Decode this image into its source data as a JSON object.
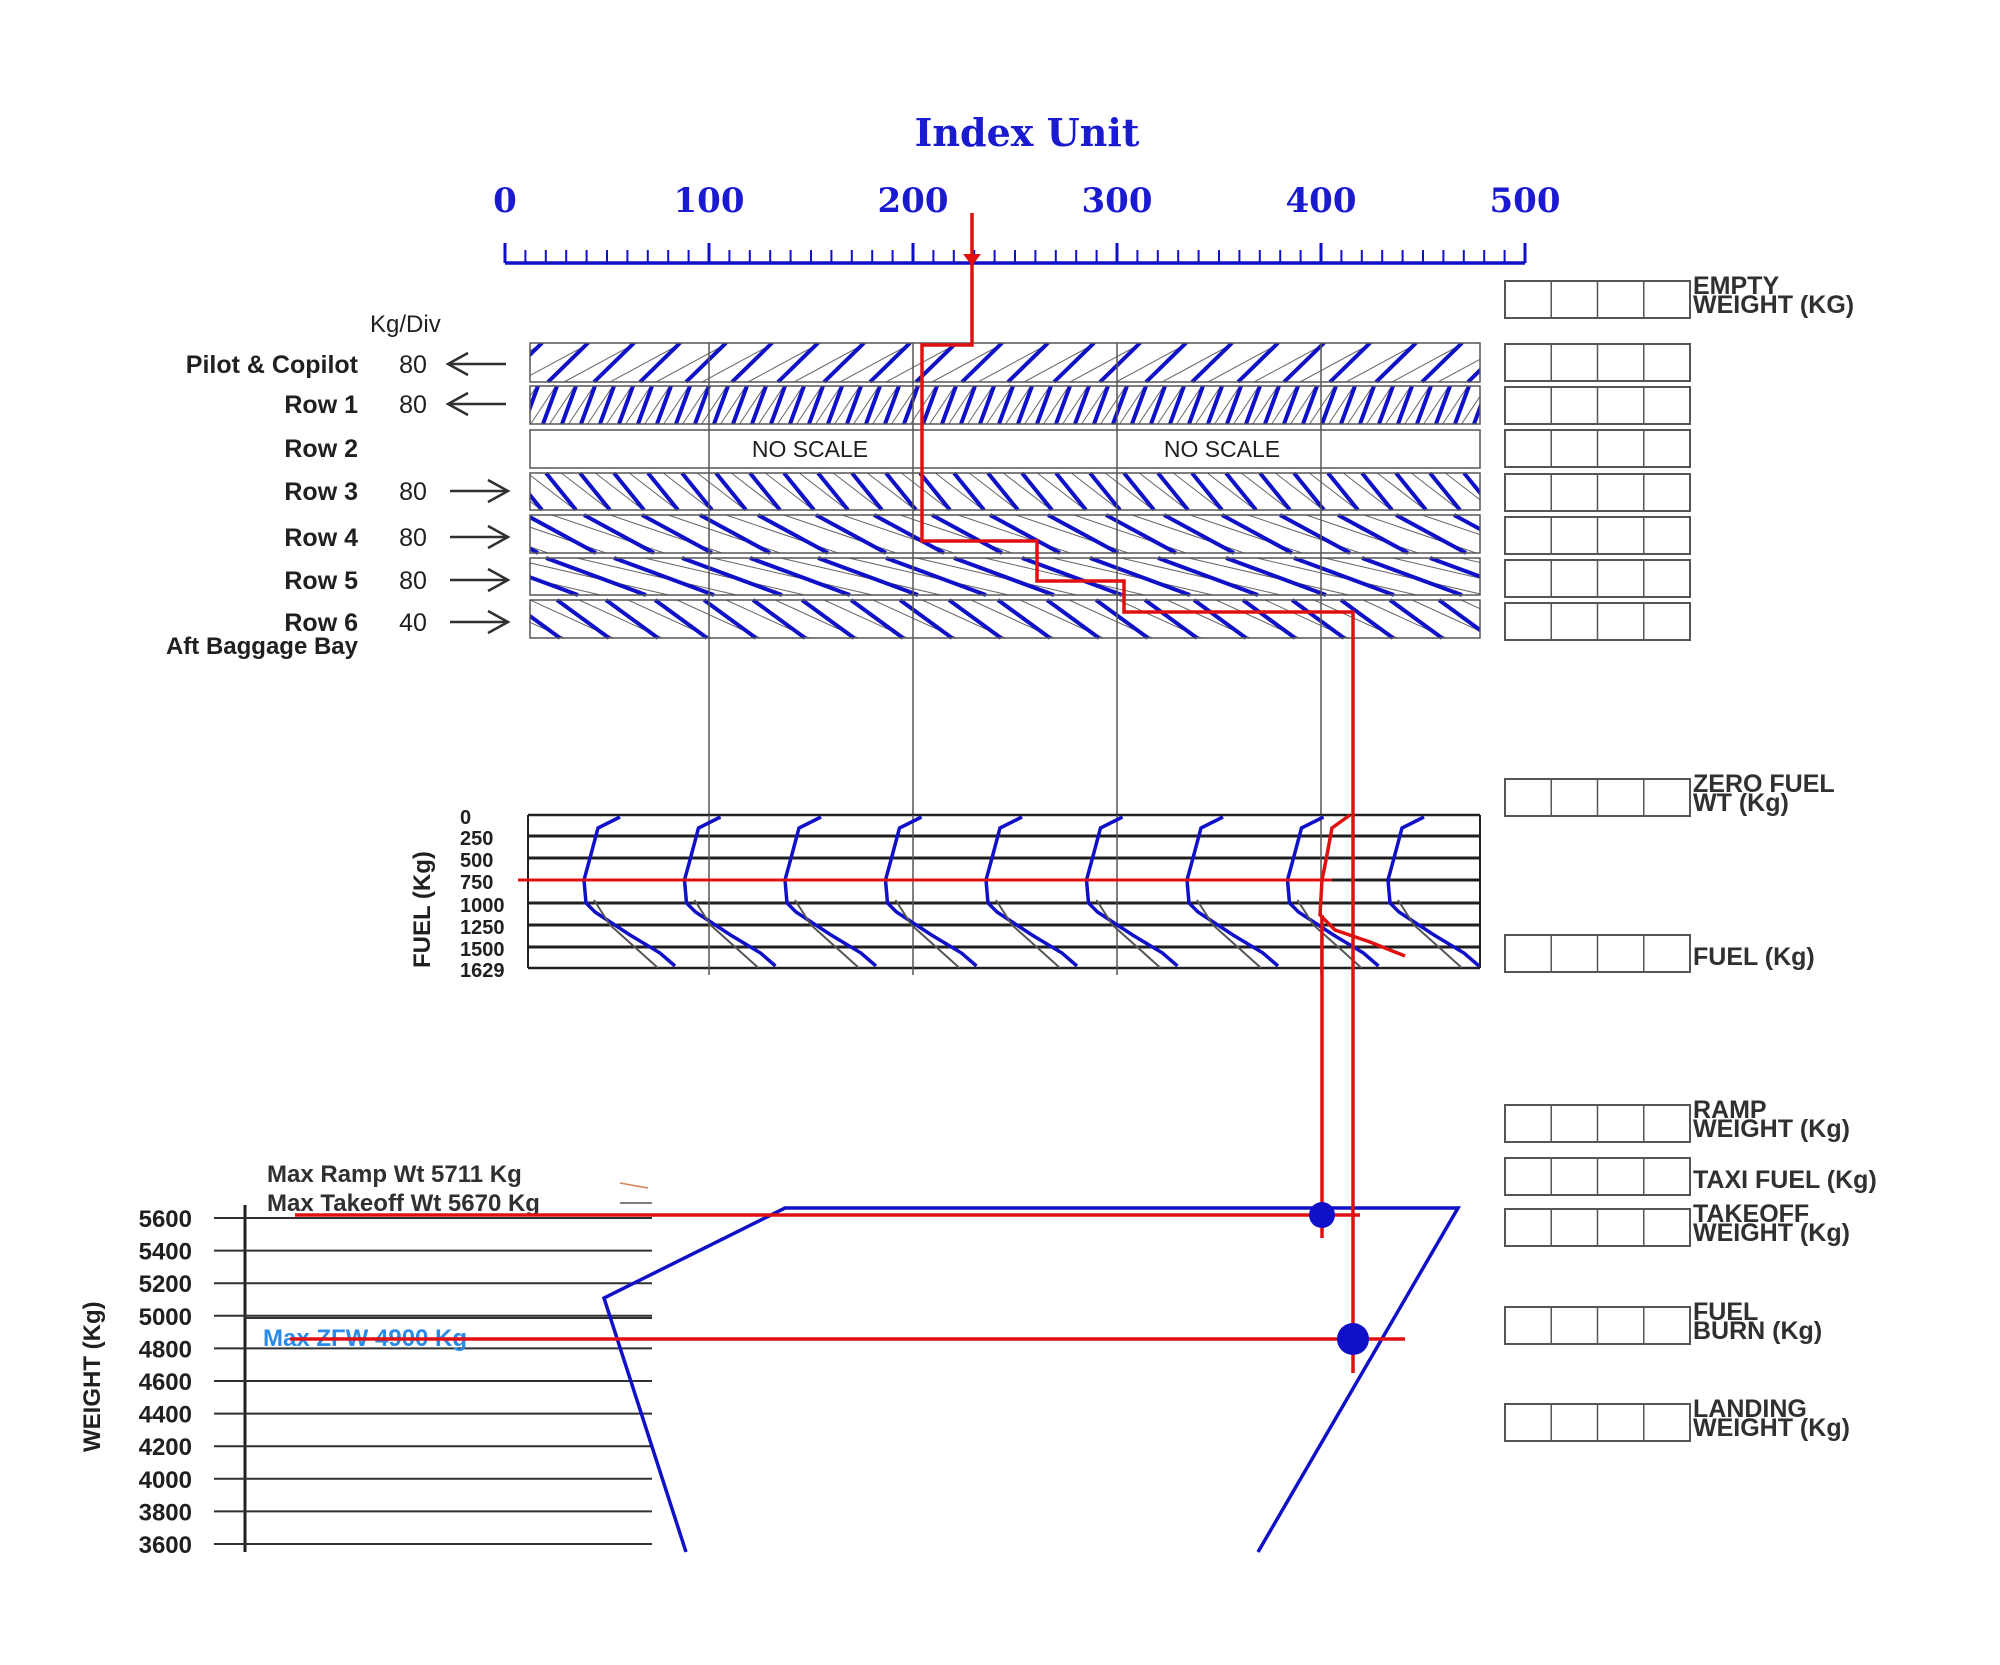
{
  "title": "Index Unit",
  "index_scale": {
    "ticks": [
      "0",
      "100",
      "200",
      "300",
      "400",
      "500"
    ]
  },
  "kg_div_label": "Kg/Div",
  "rows": [
    {
      "label": "Pilot & Copilot",
      "kg": "80",
      "dir": "left"
    },
    {
      "label": "Row 1",
      "kg": "80",
      "dir": "left"
    },
    {
      "label": "Row 2",
      "kg": "",
      "dir": "none"
    },
    {
      "label": "Row 3",
      "kg": "80",
      "dir": "right"
    },
    {
      "label": "Row 4",
      "kg": "80",
      "dir": "right"
    },
    {
      "label": "Row 5",
      "kg": "80",
      "dir": "right"
    },
    {
      "label": "Row 6",
      "kg": "40",
      "dir": "right"
    }
  ],
  "aft_baggage_label": "Aft Baggage Bay",
  "no_scale_label": "NO SCALE",
  "fuel_axis": {
    "label": "FUEL (Kg)",
    "ticks": [
      "0",
      "250",
      "500",
      "750",
      "1000",
      "1250",
      "1500",
      "1629"
    ]
  },
  "weight_axis": {
    "label": "WEIGHT (Kg)",
    "ticks": [
      "5600",
      "5400",
      "5200",
      "5000",
      "4800",
      "4600",
      "4400",
      "4200",
      "4000",
      "3800",
      "3600"
    ]
  },
  "limits": {
    "max_ramp": "Max Ramp Wt 5711 Kg",
    "max_takeoff": "Max Takeoff Wt 5670 Kg",
    "max_zfw": "Max ZFW 4900 Kg"
  },
  "right_boxes": [
    {
      "id": "empty",
      "lines": [
        "EMPTY",
        "WEIGHT (KG)"
      ]
    },
    {
      "id": "pilot",
      "lines": []
    },
    {
      "id": "row1",
      "lines": []
    },
    {
      "id": "row2",
      "lines": []
    },
    {
      "id": "row3",
      "lines": []
    },
    {
      "id": "row4",
      "lines": []
    },
    {
      "id": "row5",
      "lines": []
    },
    {
      "id": "row6",
      "lines": []
    },
    {
      "id": "zero-fuel",
      "lines": [
        "ZERO FUEL",
        "WT (Kg)"
      ]
    },
    {
      "id": "fuel",
      "lines": [
        "FUEL (Kg)"
      ]
    },
    {
      "id": "ramp",
      "lines": [
        "RAMP",
        "WEIGHT (Kg)"
      ]
    },
    {
      "id": "taxi-fuel",
      "lines": [
        "TAXI FUEL (Kg)"
      ]
    },
    {
      "id": "takeoff",
      "lines": [
        "TAKEOFF",
        "WEIGHT (Kg)"
      ]
    },
    {
      "id": "fuel-burn",
      "lines": [
        "FUEL",
        "BURN (Kg)"
      ]
    },
    {
      "id": "landing",
      "lines": [
        "LANDING",
        "WEIGHT (Kg)"
      ]
    }
  ],
  "colors": {
    "blue": "#1010c8",
    "red": "#e01010",
    "title_blue": "#1a1ad0",
    "zfw_blue": "#2a8ae8",
    "black": "#202020"
  }
}
